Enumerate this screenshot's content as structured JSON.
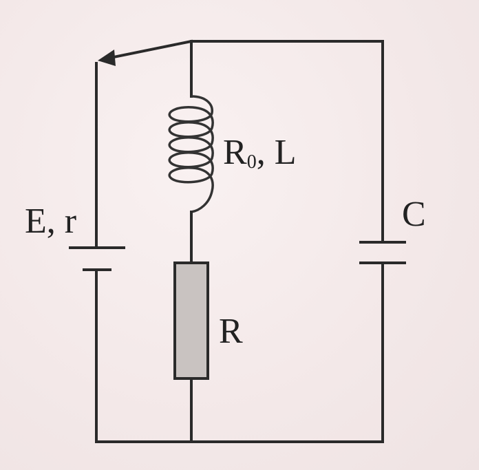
{
  "labels": {
    "source": "E, r",
    "inductor_main": "R",
    "inductor_sub": "0",
    "inductor_rest": ", L",
    "resistor": "R",
    "capacitor": "C"
  },
  "colors": {
    "wire": "#2a2a2a",
    "resistor_fill": "#c9c3c1",
    "background": "#f6eded"
  }
}
